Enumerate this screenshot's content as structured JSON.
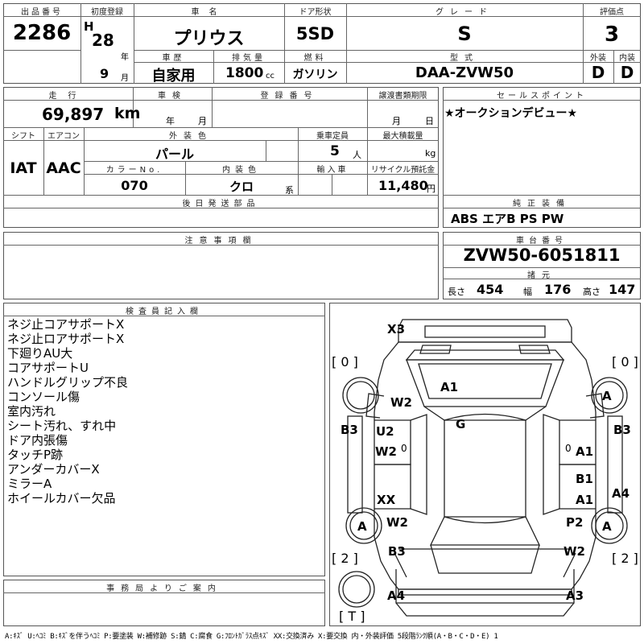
{
  "header": {
    "lot_no_label": "出品番号",
    "lot_no": "2286",
    "first_reg_label": "初度登録",
    "era": "H",
    "year": "28",
    "year_unit": "年",
    "month": "9",
    "month_unit": "月",
    "name_label": "車名",
    "name": "プリウス",
    "door_label": "ドア形状",
    "door": "5SD",
    "grade_label": "グレード",
    "grade": "S",
    "score_label": "評価点",
    "score": "3",
    "history_label": "車歴",
    "history": "自家用",
    "displacement_label": "排気量",
    "displacement": "1800",
    "displacement_unit": "cc",
    "fuel_label": "燃料",
    "fuel": "ガソリン",
    "model_label": "型式",
    "model": "DAA-ZVW50",
    "exterior_label": "外装",
    "exterior": "D",
    "interior_label": "内装",
    "interior": "D"
  },
  "row2": {
    "mileage_label": "走行",
    "mileage": "69,897",
    "mileage_unit": "km",
    "inspection_label": "車検",
    "inspection_year_unit": "年",
    "inspection_month_unit": "月",
    "reg_no_label": "登録番号",
    "transfer_label": "譲渡書類期限",
    "transfer_month_unit": "月",
    "transfer_day_unit": "日",
    "sales_point_label": "セールスポイント",
    "sales_point": "★オークションデビュー★",
    "shift_label": "シフト",
    "shift": "IAT",
    "ac_label": "エアコン",
    "ac": "AAC",
    "ext_color_label": "外装色",
    "ext_color": "パール",
    "capacity_label": "乗車定員",
    "capacity": "5",
    "capacity_unit": "人",
    "max_load_label": "最大積載量",
    "max_load_unit": "kg",
    "color_no_label": "カラーNo.",
    "color_no": "070",
    "int_color_label": "内装色",
    "int_color": "クロ",
    "int_color_unit": "系",
    "import_label": "輸入車",
    "recycle_label": "リサイクル預託金",
    "recycle": "11,480",
    "recycle_unit": "円",
    "later_parts_label": "後日発送部品",
    "equipment_label": "純正装備",
    "equipment": "ABS エアB PS PW"
  },
  "row3": {
    "notes_label": "注意事項欄",
    "chassis_label": "車台番号",
    "chassis": "ZVW50-6051811",
    "specs_label": "諸元",
    "length_label": "長さ",
    "length": "454",
    "width_label": "幅",
    "width": "176",
    "height_label": "高さ",
    "height": "147"
  },
  "inspector": {
    "label": "検査員記入欄",
    "remarks": [
      "ネジ止コアサポートX",
      "ネジ止ロアサポートX",
      "下廻りAU大",
      "コアサポートU",
      "ハンドルグリップ不良",
      "コンソール傷",
      "室内汚れ",
      "シート汚れ、すれ中",
      "ドア内張傷",
      "タッチP跡",
      "アンダーカバーX",
      "ミラーA",
      "ホイールカバー欠品"
    ]
  },
  "office_label": "事務局よりご案内",
  "diagram": {
    "tire_fl": "[ 0 ]",
    "tire_fr": "[ 0 ]",
    "tire_rl": "[ 2 ]",
    "tire_rr": "[ 2 ]",
    "spare": "[ T ]",
    "x3": "X3",
    "a1_bonnet": "A1",
    "w2_fl": "W2",
    "a_wheel_fr": "A",
    "b3_left": "B3",
    "b3_right": "B3",
    "u2": "U2",
    "w2_left": "W2",
    "zero_l": "0",
    "zero_r": "0",
    "a1_right_door": "A1",
    "g": "G",
    "b1": "B1",
    "a1_right_rear": "A1",
    "a4_right": "A4",
    "xx": "XX",
    "a_wheel_rl": "A",
    "w2_rl": "W2",
    "p2": "P2",
    "a_wheel_rr": "A",
    "b3_rear": "B3",
    "w2_rr": "W2",
    "a4_bottom": "A4",
    "a3_bottom": "A3"
  },
  "legend": "A:ｷｽﾞ U:ﾍｺﾐ B:ｷｽﾞを伴うﾍｺﾐ P:要塗装 W:補修跡 S:錆 C:腐食 G:ﾌﾛﾝﾄｶﾞﾗｽ点ｷｽﾞ XX:交換済み X:要交換 内・外装評価 5段階ﾗﾝｸ順(A・B・C・D・E) 1"
}
